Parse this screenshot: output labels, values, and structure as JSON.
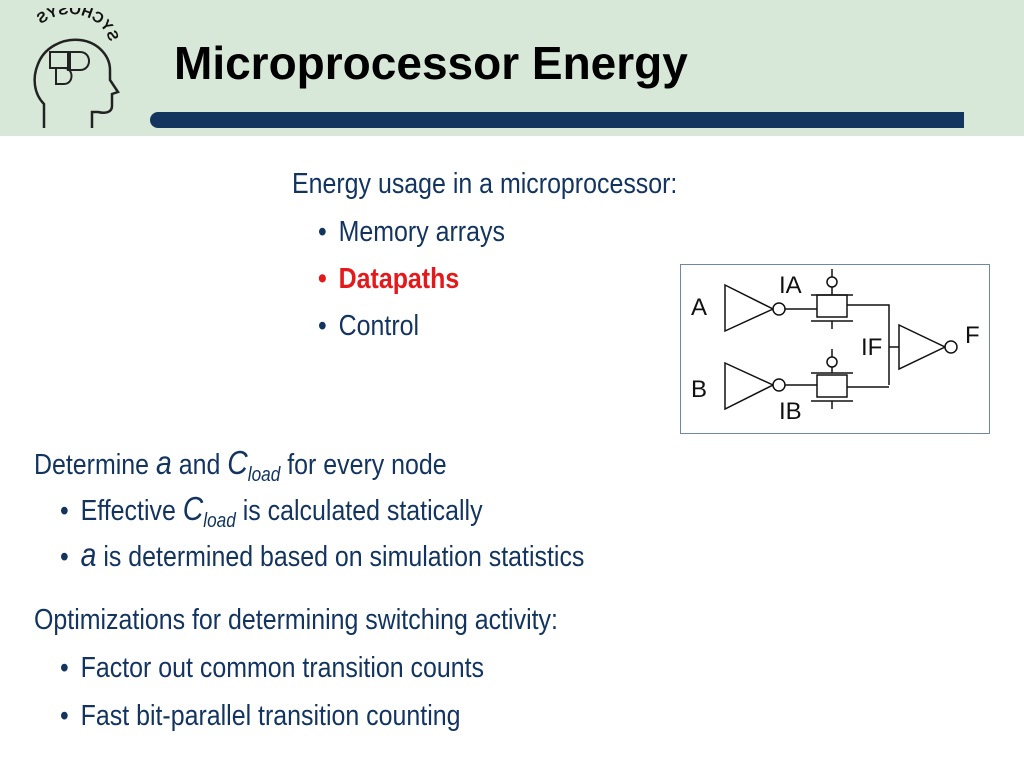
{
  "header": {
    "title": "Microprocessor Energy",
    "logo_text": "SYCHOSYS"
  },
  "energy": {
    "heading": "Energy usage in a microprocessor:",
    "items": [
      {
        "label": "Memory arrays",
        "highlight": false
      },
      {
        "label": "Datapaths",
        "highlight": true
      },
      {
        "label": "Control",
        "highlight": false
      }
    ]
  },
  "circuit": {
    "labels": {
      "a": "A",
      "b": "B",
      "ia": "IA",
      "ib": "IB",
      "if": "IF",
      "f": "F"
    }
  },
  "determine": {
    "pre": "Determine",
    "alpha": "a",
    "and": "and",
    "c": "C",
    "c_sub": "load",
    "post": "for every node",
    "items": [
      {
        "pre": "Effective",
        "c": "C",
        "c_sub": "load",
        "post": "is calculated statically"
      },
      {
        "alpha": "a",
        "post": "is determined based on simulation statistics"
      }
    ]
  },
  "optimizations": {
    "heading": "Optimizations for determining switching activity:",
    "items": [
      "Factor out common transition counts",
      "Fast bit-parallel transition counting"
    ]
  },
  "colors": {
    "accent": "#12345f",
    "highlight": "#e4191b",
    "header_bg": "#d8e8d8"
  }
}
